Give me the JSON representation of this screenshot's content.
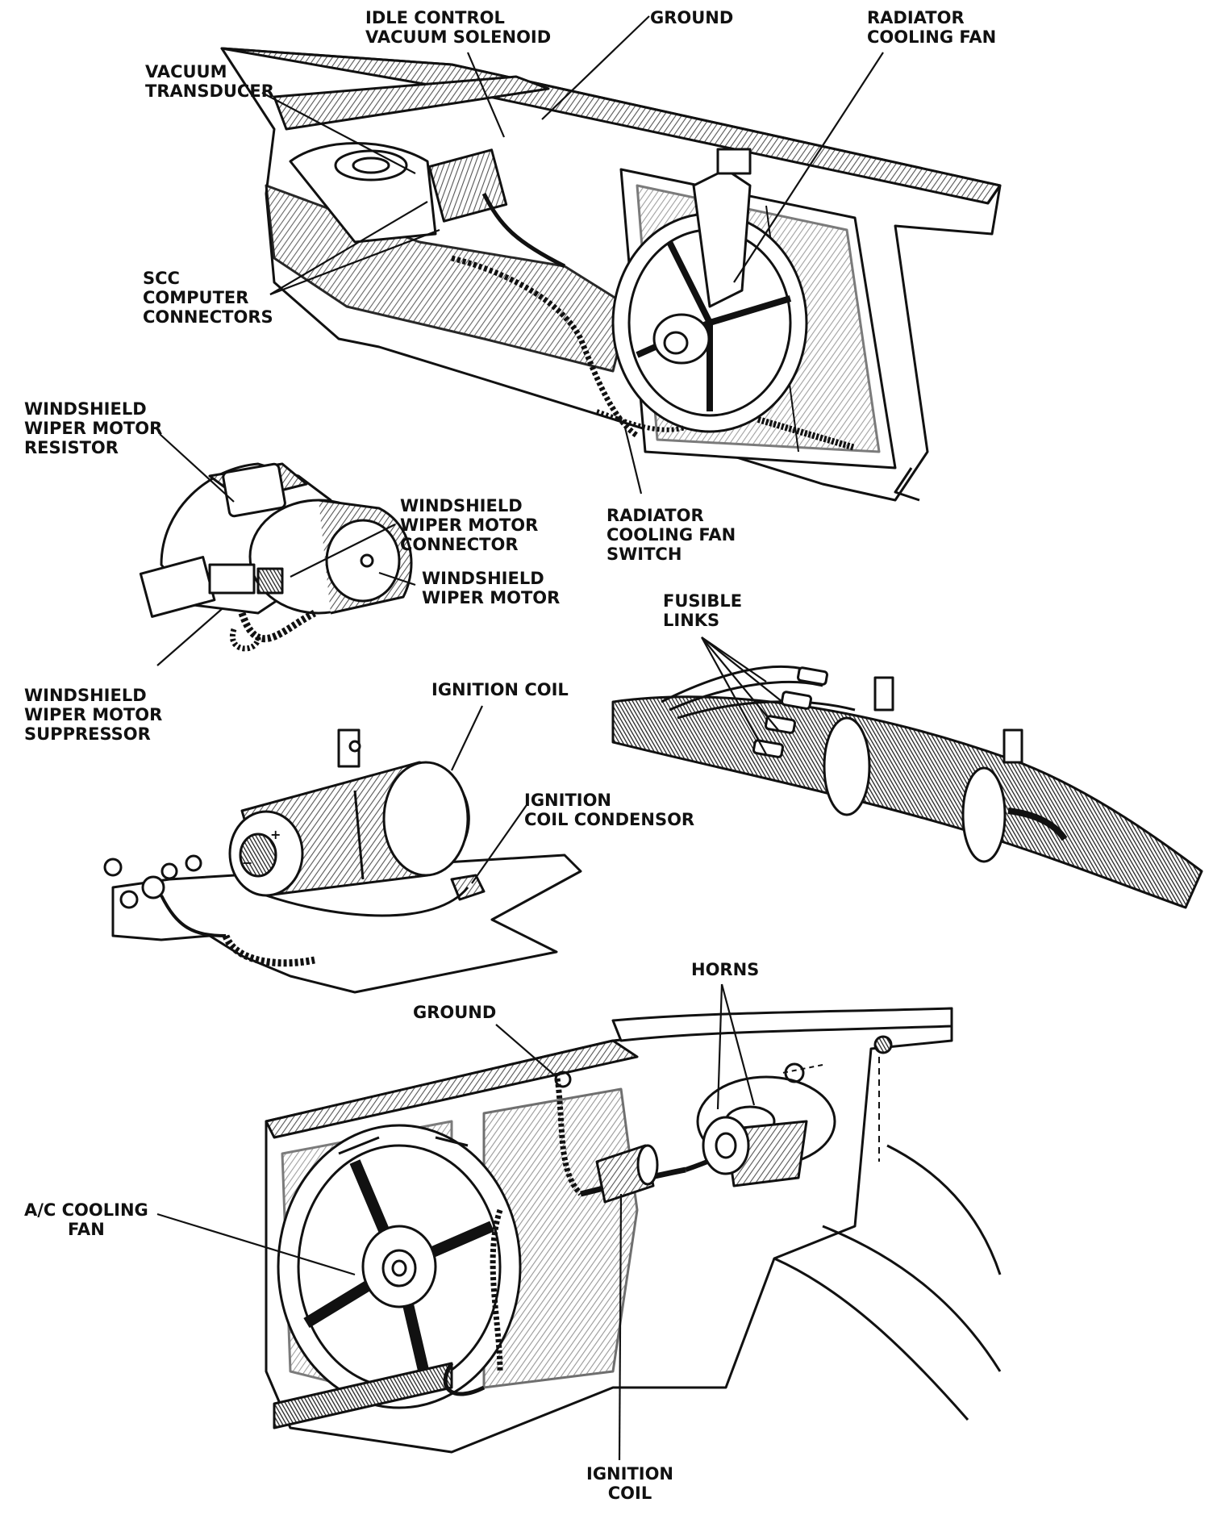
{
  "labels": {
    "idle_control_vacuum_solenoid": [
      "IDLE CONTROL",
      "VACUUM SOLENOID"
    ],
    "ground_top": [
      "GROUND"
    ],
    "radiator_cooling_fan": [
      "RADIATOR",
      "COOLING FAN"
    ],
    "vacuum_transducer": [
      "VACUUM",
      "TRANSDUCER"
    ],
    "scc_computer_connectors": [
      "SCC",
      "COMPUTER",
      "CONNECTORS"
    ],
    "windshield_wiper_motor_resistor": [
      "WINDSHIELD",
      "WIPER MOTOR",
      "RESISTOR"
    ],
    "windshield_wiper_motor_connector": [
      "WINDSHIELD",
      "WIPER MOTOR",
      "CONNECTOR"
    ],
    "windshield_wiper_motor": [
      "WINDSHIELD",
      "WIPER MOTOR"
    ],
    "radiator_cooling_fan_switch": [
      "RADIATOR",
      "COOLING FAN",
      "SWITCH"
    ],
    "fusible_links": [
      "FUSIBLE",
      "LINKS"
    ],
    "windshield_wiper_motor_suppressor": [
      "WINDSHIELD",
      "WIPER MOTOR",
      "SUPPRESSOR"
    ],
    "ignition_coil_top": [
      "IGNITION COIL"
    ],
    "ignition_coil_condensor": [
      "IGNITION",
      "COIL CONDENSOR"
    ],
    "horns": [
      "HORNS"
    ],
    "ground_bottom": [
      "GROUND"
    ],
    "ac_cooling_fan": [
      "A/C COOLING",
      "FAN"
    ],
    "ignition_coil_bottom": [
      "IGNITION",
      "COIL"
    ]
  },
  "coil_polarity": {
    "plus": "+",
    "minus": "−"
  },
  "colors": {
    "ink": "#111111",
    "shade": "#6f6f6f",
    "paper": "#ffffff"
  }
}
